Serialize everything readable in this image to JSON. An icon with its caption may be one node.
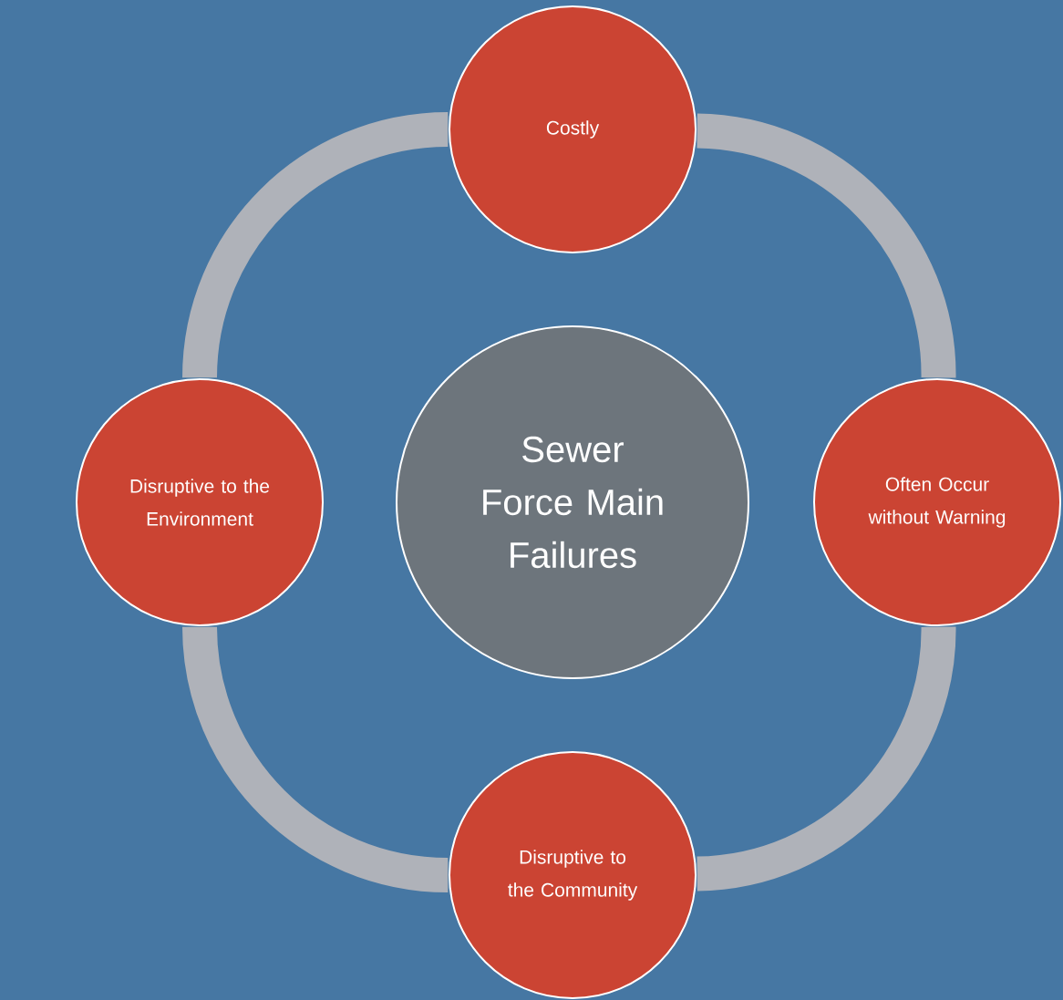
{
  "diagram": {
    "nodes": [
      {
        "text": [
          "Sewer Force Main Failures"
        ]
      },
      {
        "text": [
          "Costly"
        ]
      },
      {
        "text": [
          "Often Occur without Warning"
        ]
      },
      {
        "text": [
          "Disruptive to the Community"
        ]
      },
      {
        "text": [
          "Disruptive to the Environment"
        ]
      }
    ],
    "edges": [
      {
        "from": 1,
        "to": 2,
        "arrow": "none"
      },
      {
        "from": 2,
        "to": 3,
        "arrow": "none"
      },
      {
        "from": 3,
        "to": 4,
        "arrow": "none"
      },
      {
        "from": 4,
        "to": 1,
        "arrow": "none"
      }
    ]
  }
}
